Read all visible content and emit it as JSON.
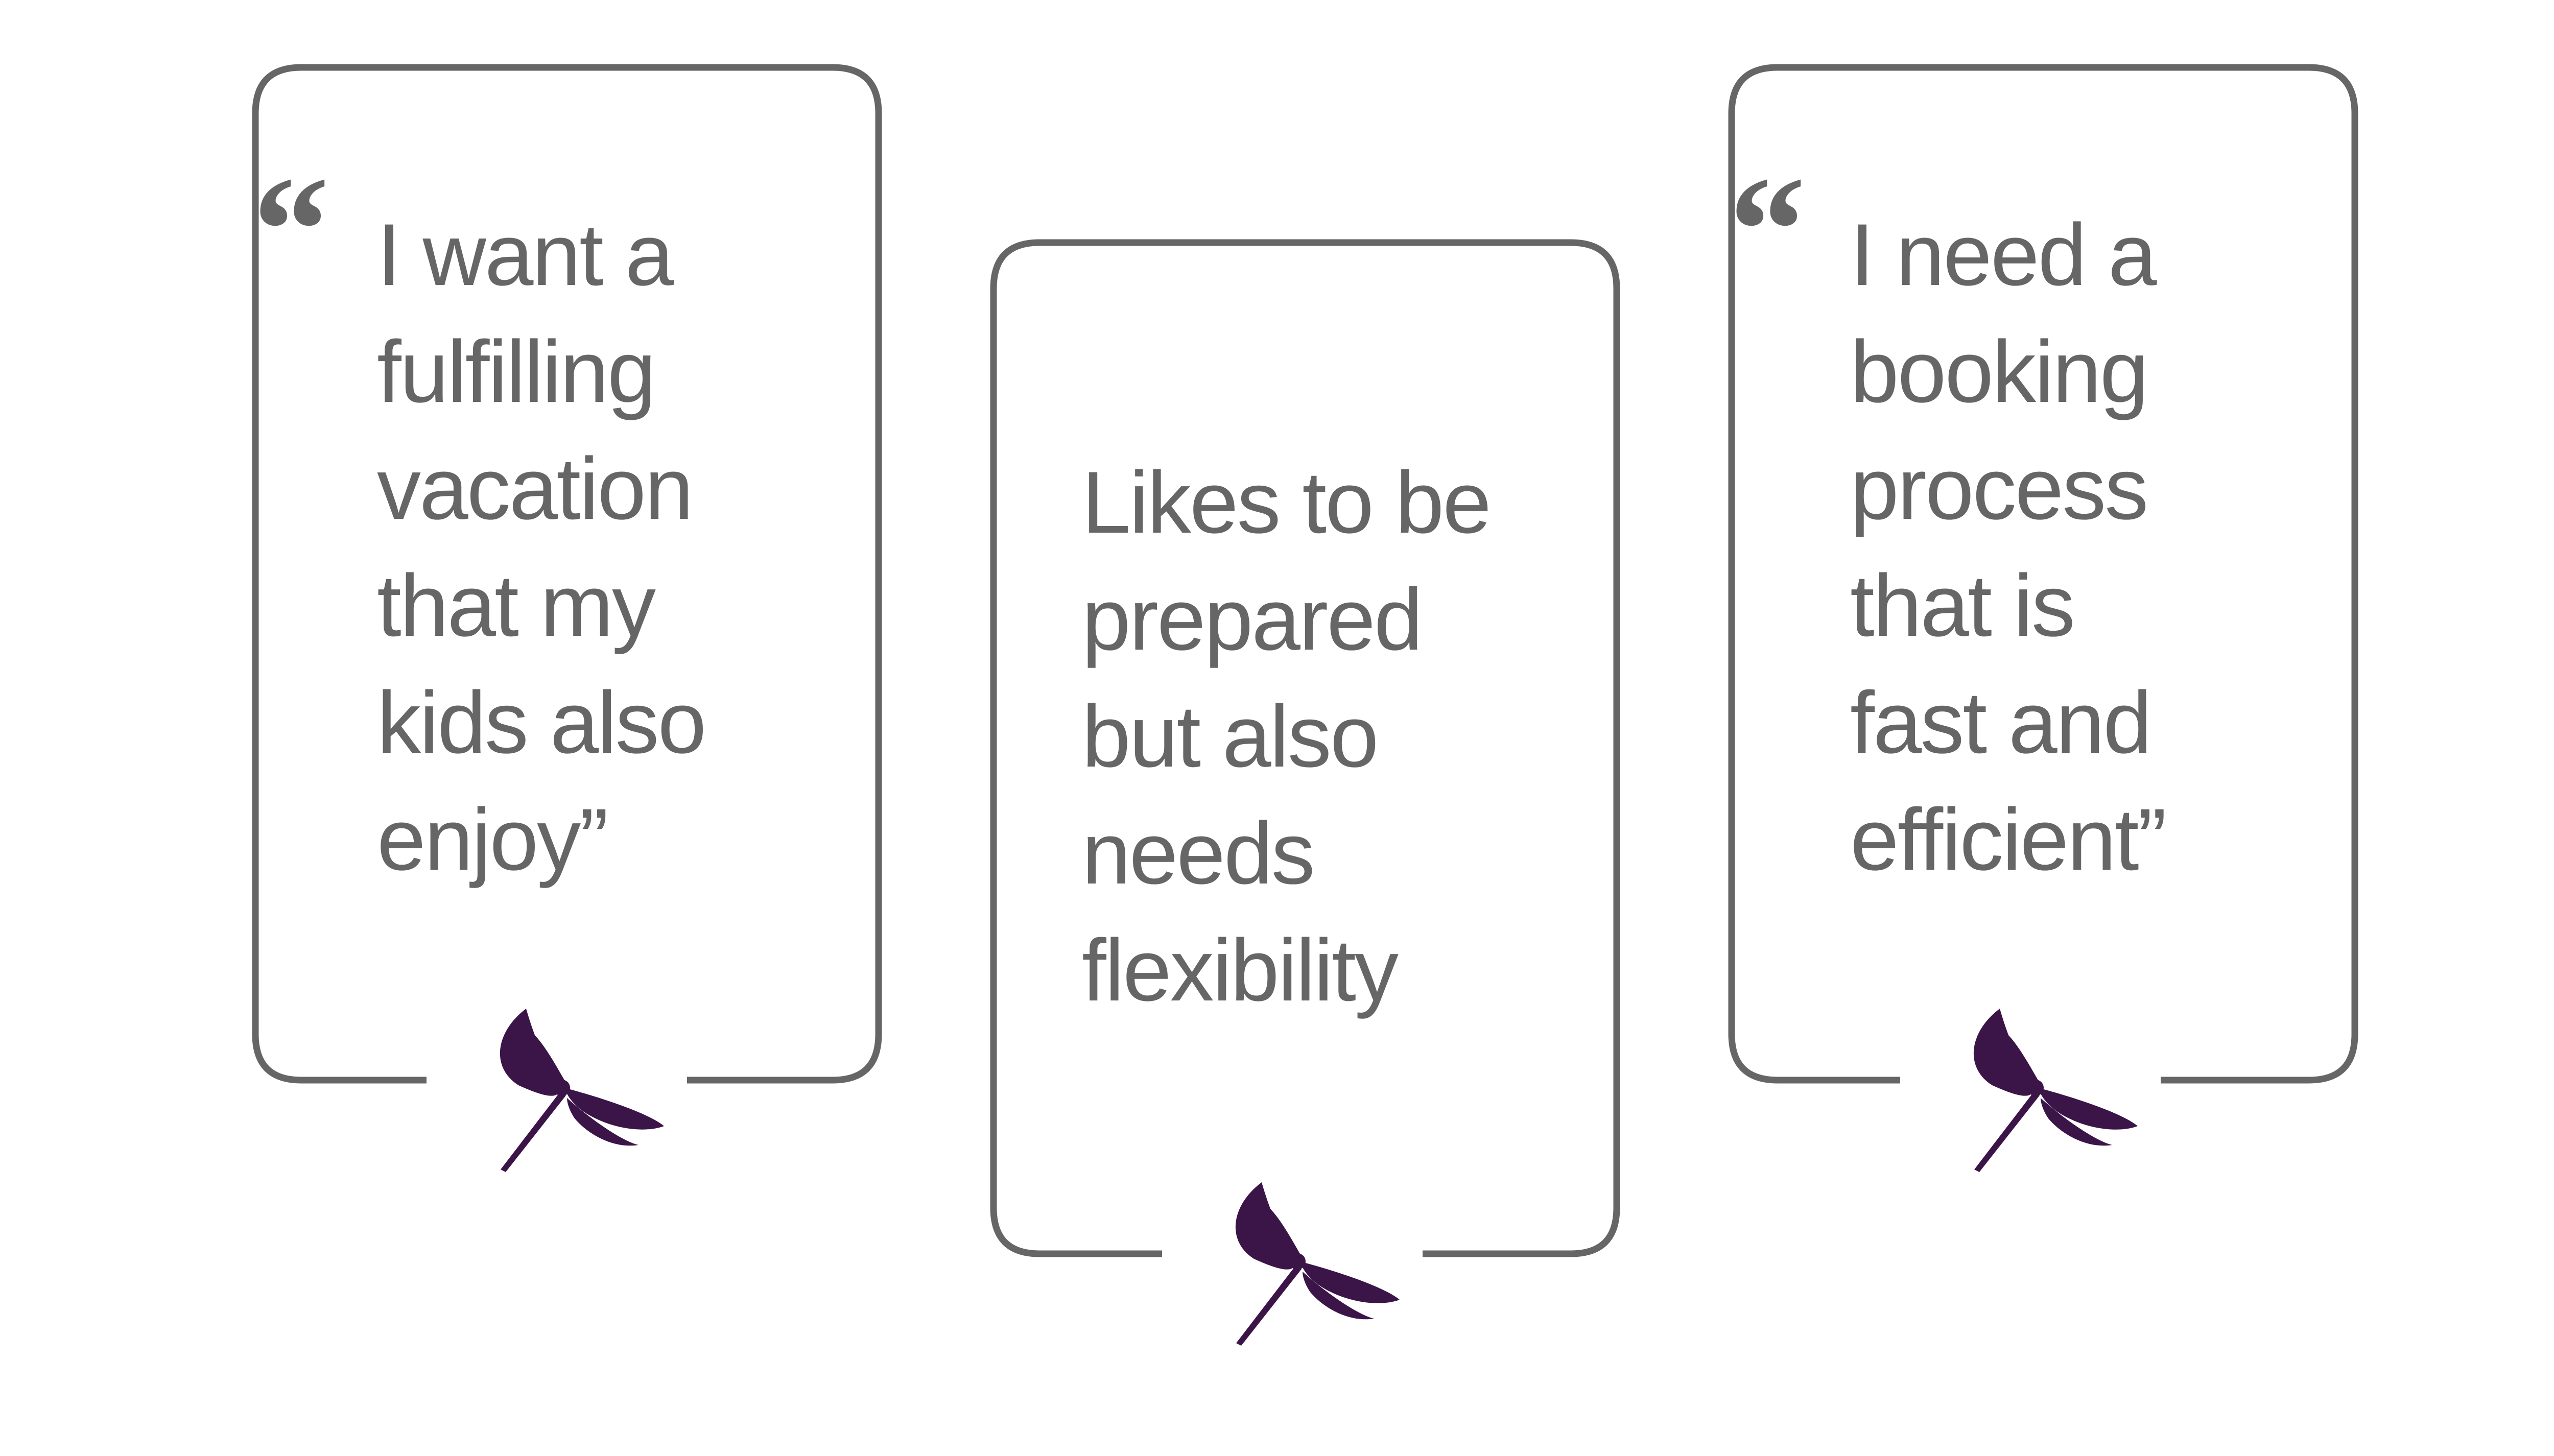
{
  "colors": {
    "frame": "#666666",
    "text": "#666666",
    "dragonfly": "#3b1448",
    "background": "#ffffff"
  },
  "cards": [
    {
      "open_quote": "“",
      "text": "I want a\nfulfilling\nvacation\nthat my\nkids also\nenjoy”",
      "icon": "dragonfly-icon"
    },
    {
      "text": "Likes to be\nprepared\nbut also\nneeds\nflexibility",
      "icon": "dragonfly-icon"
    },
    {
      "open_quote": "“",
      "text": "I need a\nbooking\nprocess\nthat is\nfast and\nefficient”",
      "icon": "dragonfly-icon"
    }
  ]
}
